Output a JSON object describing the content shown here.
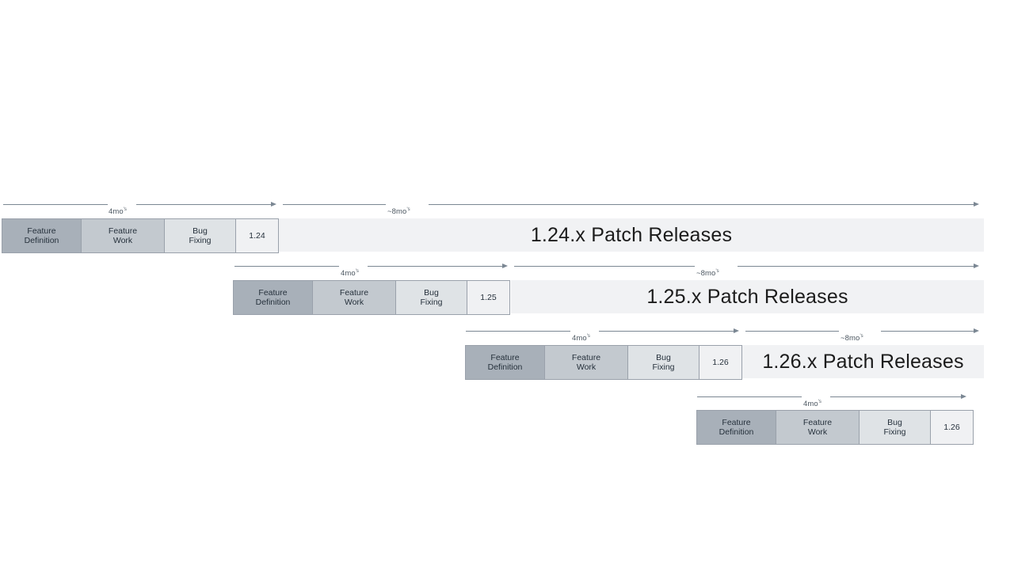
{
  "diagram": {
    "title_present": false,
    "duration_short": "4mo",
    "duration_short_sup": "'s",
    "duration_long": "~8mo",
    "duration_long_sup": "'s",
    "phase_labels": {
      "definition_line1": "Feature",
      "definition_line2": "Definition",
      "work_line1": "Feature",
      "work_line2": "Work",
      "bug_line1": "Bug",
      "bug_line2": "Fixing"
    },
    "colors": {
      "phase_definition": "#a8b0b9",
      "phase_work": "#c3c9cf",
      "phase_bug": "#dfe3e6",
      "phase_version": "#f0f1f3",
      "patch_bar": "#f1f2f4",
      "box_border": "#9aa1ab",
      "axis_line": "#7b8793",
      "text_dark": "#26313c"
    },
    "rows": [
      {
        "id": "row-124",
        "version_chip": "1.24",
        "patch_label": "1.24.x Patch Releases"
      },
      {
        "id": "row-125",
        "version_chip": "1.25",
        "patch_label": "1.25.x Patch Releases"
      },
      {
        "id": "row-126",
        "version_chip": "1.26",
        "patch_label": "1.26.x Patch Releases"
      },
      {
        "id": "row-127",
        "version_chip": "1.26",
        "patch_label": ""
      }
    ]
  }
}
